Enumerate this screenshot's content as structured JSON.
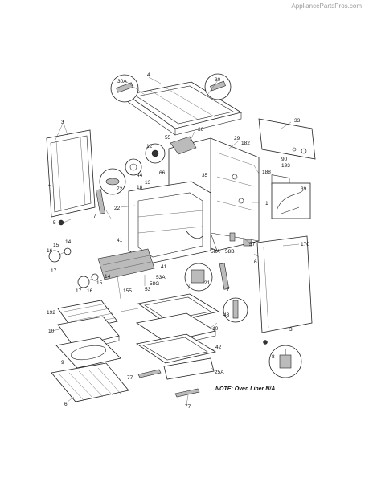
{
  "watermark": "AppliancePartsPros.com",
  "note": "NOTE: Oven Liner N/A",
  "parts": [
    {
      "id": "p3a",
      "label": "3"
    },
    {
      "id": "p30a",
      "label": "30A"
    },
    {
      "id": "p4",
      "label": "4"
    },
    {
      "id": "p30",
      "label": "30"
    },
    {
      "id": "p33",
      "label": "33"
    },
    {
      "id": "p36",
      "label": "36"
    },
    {
      "id": "p55",
      "label": "55"
    },
    {
      "id": "p29",
      "label": "29"
    },
    {
      "id": "p182",
      "label": "182"
    },
    {
      "id": "p12",
      "label": "12"
    },
    {
      "id": "p90",
      "label": "90"
    },
    {
      "id": "p193",
      "label": "193"
    },
    {
      "id": "p188",
      "label": "188"
    },
    {
      "id": "p44",
      "label": "44"
    },
    {
      "id": "p66",
      "label": "66"
    },
    {
      "id": "p35",
      "label": "35"
    },
    {
      "id": "p13",
      "label": "13"
    },
    {
      "id": "p18",
      "label": "18"
    },
    {
      "id": "p72",
      "label": "72"
    },
    {
      "id": "p1",
      "label": "1"
    },
    {
      "id": "p39",
      "label": "39"
    },
    {
      "id": "p7a",
      "label": "7"
    },
    {
      "id": "p22",
      "label": "22"
    },
    {
      "id": "p5",
      "label": "5"
    },
    {
      "id": "p15a",
      "label": "15"
    },
    {
      "id": "p14a",
      "label": "14"
    },
    {
      "id": "p16a",
      "label": "16"
    },
    {
      "id": "p17a",
      "label": "17"
    },
    {
      "id": "p41a",
      "label": "41"
    },
    {
      "id": "p57",
      "label": "57"
    },
    {
      "id": "p170",
      "label": "170"
    },
    {
      "id": "p58a",
      "label": "58A"
    },
    {
      "id": "p58b",
      "label": "58B"
    },
    {
      "id": "p6",
      "label": "6"
    },
    {
      "id": "p41b",
      "label": "41"
    },
    {
      "id": "p53a",
      "label": "53A"
    },
    {
      "id": "p14b",
      "label": "14"
    },
    {
      "id": "p15b",
      "label": "15"
    },
    {
      "id": "p17b",
      "label": "17"
    },
    {
      "id": "p16b",
      "label": "16"
    },
    {
      "id": "p58g",
      "label": "58G"
    },
    {
      "id": "p155",
      "label": "155"
    },
    {
      "id": "p53",
      "label": "53"
    },
    {
      "id": "p21",
      "label": "21"
    },
    {
      "id": "p7b",
      "label": "7"
    },
    {
      "id": "p192",
      "label": "192"
    },
    {
      "id": "p10",
      "label": "10"
    },
    {
      "id": "p9",
      "label": "9"
    },
    {
      "id": "p43",
      "label": "43"
    },
    {
      "id": "p40",
      "label": "40"
    },
    {
      "id": "p3b",
      "label": "3"
    },
    {
      "id": "p42",
      "label": "42"
    },
    {
      "id": "p8",
      "label": "8"
    },
    {
      "id": "p77a",
      "label": "77"
    },
    {
      "id": "p25a",
      "label": "25A"
    },
    {
      "id": "p6b",
      "label": "6"
    },
    {
      "id": "p77b",
      "label": "77"
    }
  ]
}
